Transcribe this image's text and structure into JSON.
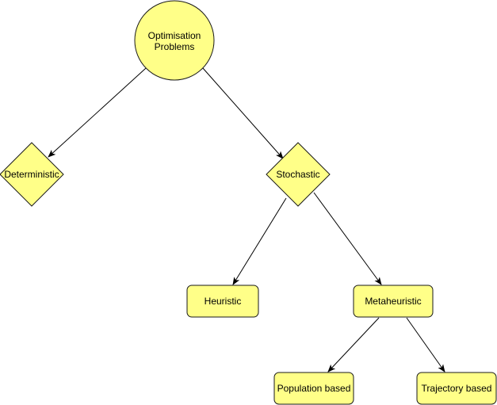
{
  "diagram": {
    "fill_color": "#ffff88",
    "stroke_color": "#1a1a1a",
    "edge_color": "#000000",
    "nodes": {
      "root": {
        "line1": "Optimisation",
        "line2": "Problems",
        "shape": "circle"
      },
      "deterministic": {
        "label": "Deterministic",
        "shape": "diamond"
      },
      "stochastic": {
        "label": "Stochastic",
        "shape": "diamond"
      },
      "heuristic": {
        "label": "Heuristic",
        "shape": "rounded-rectangle"
      },
      "metaheuristic": {
        "label": "Metaheuristic",
        "shape": "rounded-rectangle"
      },
      "population": {
        "label": "Population based",
        "shape": "rounded-rectangle"
      },
      "trajectory": {
        "label": "Trajectory based",
        "shape": "rounded-rectangle"
      }
    },
    "edges": [
      {
        "from": "root",
        "to": "deterministic"
      },
      {
        "from": "root",
        "to": "stochastic"
      },
      {
        "from": "stochastic",
        "to": "heuristic"
      },
      {
        "from": "stochastic",
        "to": "metaheuristic"
      },
      {
        "from": "metaheuristic",
        "to": "population"
      },
      {
        "from": "metaheuristic",
        "to": "trajectory"
      }
    ]
  }
}
